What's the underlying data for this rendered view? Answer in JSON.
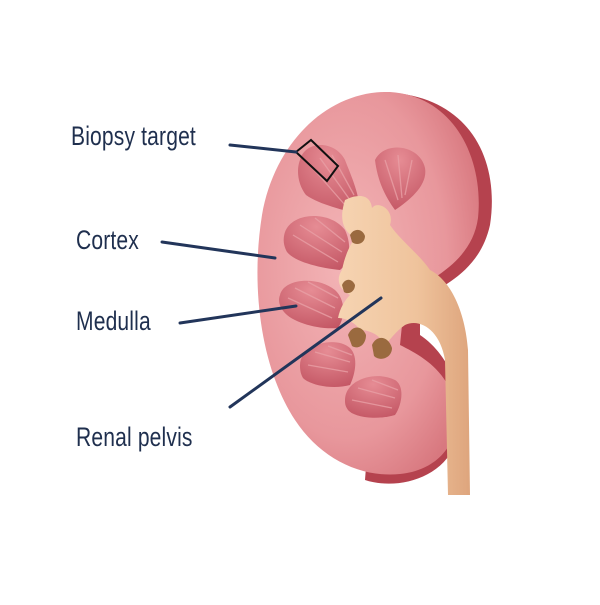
{
  "labels": {
    "biopsy_target": "Biopsy target",
    "cortex": "Cortex",
    "medulla": "Medulla",
    "renal_pelvis": "Renal pelvis"
  },
  "colors": {
    "label_text": "#1f2f4e",
    "leader_line": "#22355a",
    "cortex_fill": "#e8989d",
    "capsule_edge": "#b5424e",
    "pyramid_fill": "#cc6470",
    "pelvis_fill": "#f3c9a3",
    "background": "#ffffff"
  }
}
